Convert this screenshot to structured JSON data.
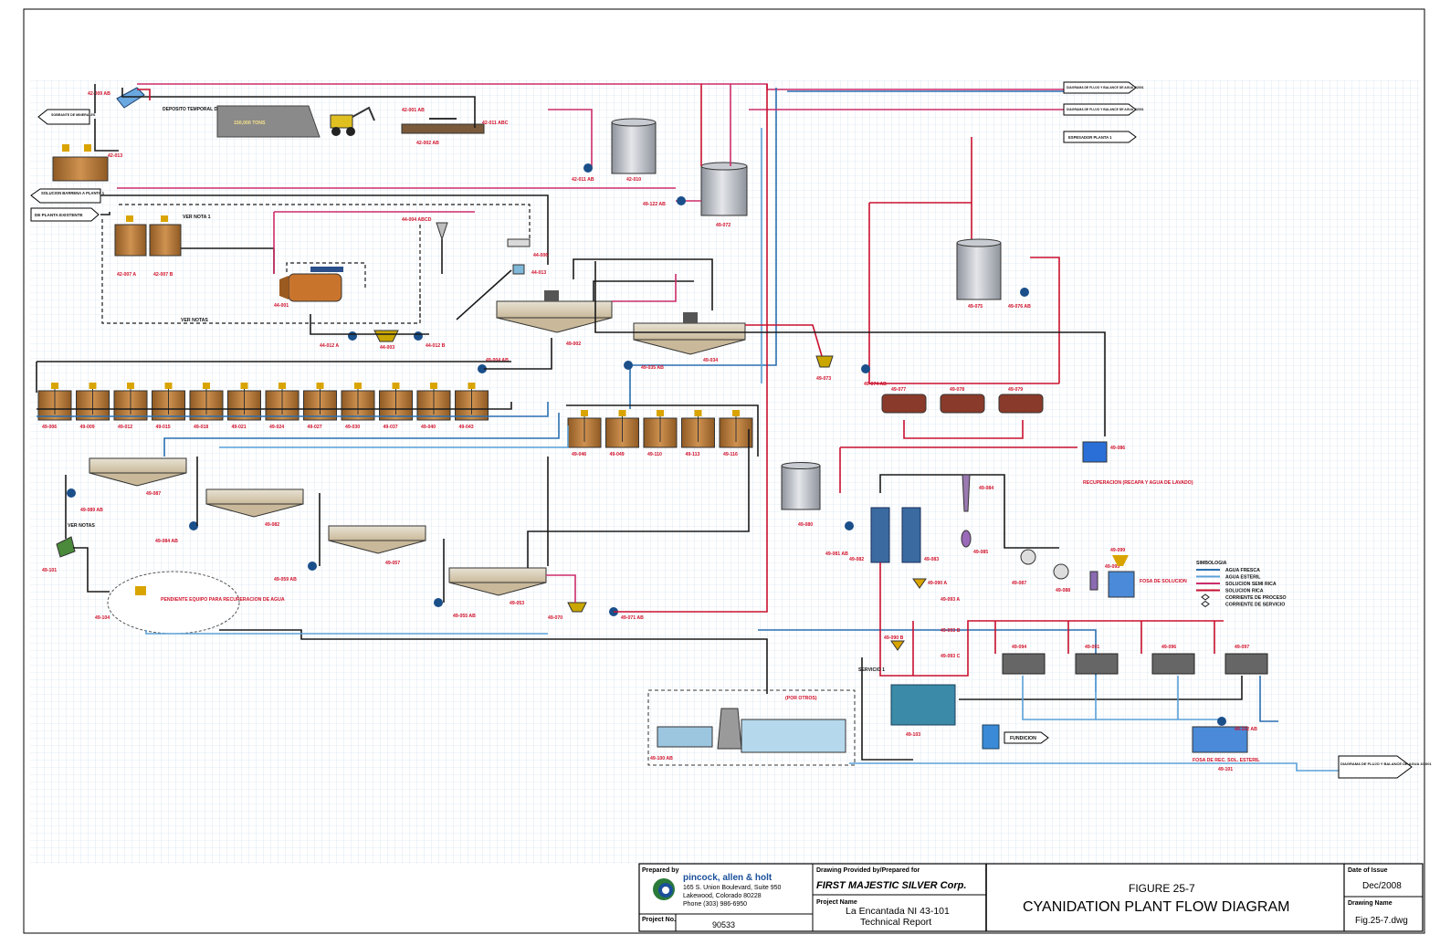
{
  "colors": {
    "grid": "#c9d9ea",
    "fresh_water": "#2a6fb0",
    "sterile_water": "#5aa0d8",
    "semi_rich_solution": "#cc2d6a",
    "rich_solution": "#c8102e",
    "process_stream": "#1a1a1a",
    "tank_brown": "#b87a3a",
    "vessel_grey": "#b8bcc4"
  },
  "title_block": {
    "prepared_by_label": "Prepared by",
    "company_name": "pincock, allen & holt",
    "address_line1": "165 S. Union Boulevard, Suite 950",
    "address_line2": "Lakewood, Colorado 80228",
    "phone": "Phone (303) 986-6950",
    "project_no_label": "Project No.",
    "project_no": "90533",
    "drawing_provided_label": "Drawing Provided by/Prepared for",
    "client": "FIRST MAJESTIC SILVER Corp.",
    "project_name_label": "Project Name",
    "project_name_line1": "La Encantada NI 43-101",
    "project_name_line2": "Technical Report",
    "figure_number": "FIGURE 25-7",
    "figure_title": "CYANIDATION PLANT FLOW DIAGRAM",
    "date_label": "Date of Issue",
    "date": "Dec/2008",
    "drawing_name_label": "Drawing Name",
    "drawing_name": "Fig.25-7.dwg"
  },
  "legend": {
    "title": "SIMBOLOGIA",
    "items": [
      {
        "label": "AGUA FRESCA",
        "color": "#2a6fb0"
      },
      {
        "label": "AGUA ESTERIL",
        "color": "#5aa0d8"
      },
      {
        "label": "SOLUCION SEMI RICA",
        "color": "#cc2d6a"
      },
      {
        "label": "SOLUCION RICA",
        "color": "#c8102e"
      },
      {
        "label": "CORRIENTE DE PROCESO",
        "color": "#1a1a1a"
      },
      {
        "label": "CORRIENTE DE SERVICIO",
        "color": "#1a1a1a"
      }
    ]
  },
  "arrows": {
    "tailings_left": "SOBRANTE DE MINERALES",
    "barren_solution": "SOLUCION BARRENA A PLANTA 1",
    "existing_plant": "DE PLANTA EXISTENTE",
    "balance_1": "DIAGRAMA DE FLUJO Y BALANCE DE AGUA 3/2001",
    "balance_2": "DIAGRAMA DE FLUJO Y BALANCE DE AGUA 3/2001",
    "plant_thickener": "ESPESADOR PLANTA 1",
    "foundry": "FUNDICION",
    "balance_3": "DIAGRAMA DE FLUJO Y BALANCE DE AGUA 3/2001"
  },
  "notes": {
    "deposit": "DEPOSITO TEMPORAL DE JALES DENTRO DE OPERACIONES",
    "stockpile": "150,000 TONS",
    "see_note_1": "VER NOTA 1",
    "see_notes": "VER NOTAS",
    "see_notes_2": "VER NOTAS",
    "pending": "PENDIENTE EQUIPO PARA RECUPERACION DE AGUA",
    "recovery": "RECUPERACION (RECAPA Y AGUA DE LAVADO)",
    "solution_pit": "FOSA DE SOLUCION",
    "sterile_pit": "FOSA DE REC. SOL. ESTERIL",
    "others": "(POR OTROS)",
    "service": "SERVICIO 1"
  },
  "equipment": {
    "e42_009": "42-009 AB",
    "e42_001": "42-001 AB",
    "e42_011": "42-011 ABC",
    "e42_002": "42-002 AB",
    "e42_013": "42-013",
    "e42_007a": "42-007 A",
    "e42_007b": "42-007 B",
    "e42_011ab": "42-011 AB",
    "e42_010": "42-010",
    "e49_122": "49-122 AB",
    "e49_072": "49-072",
    "e44_004": "44-004 ABCD",
    "e44_006": "44-006",
    "e44_013": "44-013",
    "e44_001": "44-001",
    "e44_012a": "44-012 A",
    "e44_003": "44-003",
    "e44_012b": "44-012 B",
    "e49_002": "49-002",
    "e49_034": "49-034",
    "e49_004": "49-004 AB",
    "e49_035": "49-035 AB",
    "e49_073": "49-073",
    "e49_074": "49-074 AB",
    "e49_075": "49-075",
    "e49_076": "49-076 AB",
    "e49_077": "49-077",
    "e49_078": "49-078",
    "e49_079": "49-079",
    "e49_086": "49-086",
    "tanks_row1": [
      "49-006",
      "49-009",
      "49-012",
      "49-015",
      "49-018",
      "49-021",
      "49-024",
      "49-027",
      "49-030",
      "49-037",
      "49-040",
      "49-043"
    ],
    "tanks_row2": [
      "49-046",
      "49-049",
      "49-110",
      "49-113",
      "49-116"
    ],
    "e49_087": "49-087",
    "e49_089": "49-089 AB",
    "e49_082": "49-082",
    "e49_084": "49-084 AB",
    "e49_057": "49-057",
    "e49_059": "49-059 AB",
    "e49_053": "49-053",
    "e49_055": "49-055 AB",
    "e49_070": "49-070",
    "e49_071": "49-071 AB",
    "e49_101": "49-101",
    "e49_104": "49-104",
    "e49_080": "49-080",
    "e49_081": "49-081 AB",
    "e49_082b": "49-082",
    "e49_083": "49-083",
    "e49_084b": "49-084",
    "e49_085": "49-085",
    "e49_087b": "49-087",
    "e49_088": "49-088",
    "e49_095": "49-095",
    "e49_099": "49-099",
    "e49_090a": "49-090 A",
    "e49_093a": "49-093 A",
    "e49_090b": "49-090 B",
    "e49_093b": "49-093 B",
    "e49_093c": "49-093 C",
    "e49_094": "49-094",
    "e49_091": "49-091",
    "e49_096": "49-096",
    "e49_097": "49-097",
    "e49_103": "49-103",
    "e49_100": "49-100 AB",
    "e49_102": "49-102 AB",
    "e49_101b": "49-101"
  }
}
